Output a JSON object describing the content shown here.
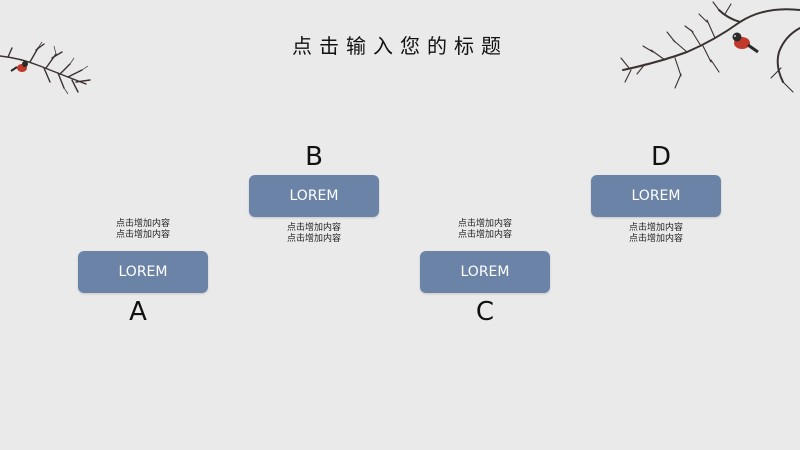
{
  "title": "点击输入您的标题",
  "items": [
    {
      "letter": "A",
      "box_label": "LOREM",
      "desc_line1": "点击增加内容",
      "desc_line2": "点击增加内容"
    },
    {
      "letter": "B",
      "box_label": "LOREM",
      "desc_line1": "点击增加内容",
      "desc_line2": "点击增加内容"
    },
    {
      "letter": "C",
      "box_label": "LOREM",
      "desc_line1": "点击增加内容",
      "desc_line2": "点击增加内容"
    },
    {
      "letter": "D",
      "box_label": "LOREM",
      "desc_line1": "点击增加内容",
      "desc_line2": "点击增加内容"
    }
  ],
  "colors": {
    "background": "#eaeaea",
    "box": "#6c83a8",
    "bird_red": "#c0392b"
  },
  "decorations": {
    "left": "branch-with-bird-icon",
    "right": "branch-with-bird-icon"
  }
}
